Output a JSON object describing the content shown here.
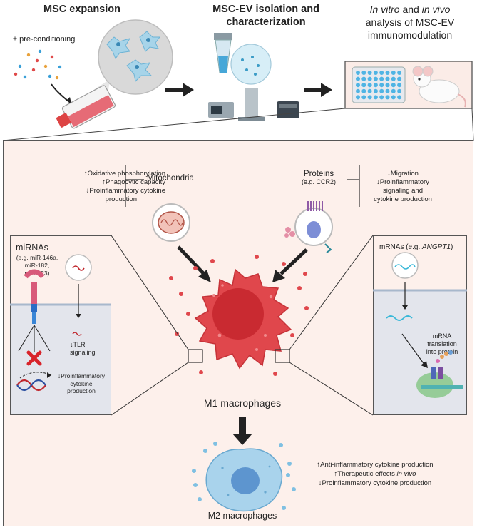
{
  "steps": {
    "expansion": "MSC expansion",
    "preconditioning": "± pre-conditioning",
    "isolation": "MSC-EV isolation and characterization",
    "analysis_prefix": "In vitro",
    "analysis_and": "and",
    "analysis_invivo": "in vivo",
    "analysis_rest": "analysis of MSC-EV immunomodulation"
  },
  "mitochondria": {
    "label": "Mitochondria",
    "effects": [
      "↑Oxidative phosphorylation",
      "↑Phagocytic capacity",
      "↓Proinflammatory cytokine",
      "production"
    ]
  },
  "proteins": {
    "label": "Proteins",
    "example": "(e.g. CCR2)",
    "effects": [
      "↓Migration",
      "↓Proinflammatory",
      "signaling and",
      "cytokine production"
    ]
  },
  "mirnas": {
    "label": "miRNAs",
    "example": [
      "(e.g. miR-146a,",
      "miR-182,",
      "miR-223)"
    ],
    "tlr": [
      "↓TLR",
      "signaling"
    ],
    "cytokine": [
      "↓Proinflammatory",
      "cytokine",
      "production"
    ]
  },
  "mrnas": {
    "label": "mRNAs (e.g.",
    "example": "ANGPT1",
    "close": ")",
    "translation": [
      "mRNA",
      "translation",
      "into protein"
    ]
  },
  "m1": "M1 macrophages",
  "m2": "M2 macrophages",
  "m2_effects": {
    "line1": "↑Anti-inflammatory cytokine production",
    "line2_prefix": "↑Therapeutic effects",
    "line2_italic": "in vivo",
    "line3": "↓Proinflammatory cytokine production"
  },
  "colors": {
    "accent_red": "#e0474c",
    "panel_bg": "#fdf0eb",
    "m2_blue": "#a9d3ec"
  }
}
